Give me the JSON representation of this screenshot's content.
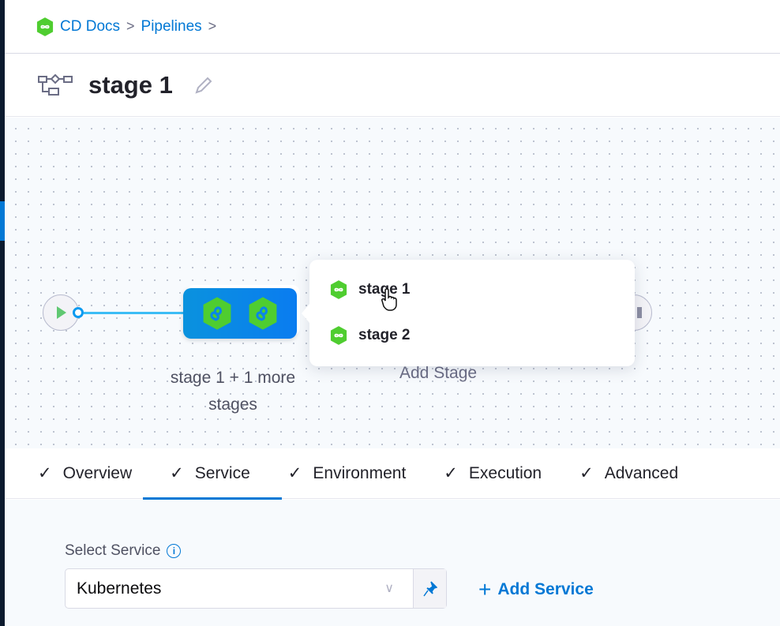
{
  "breadcrumb": {
    "items": [
      "CD Docs",
      "Pipelines"
    ],
    "separator": ">"
  },
  "header": {
    "title": "stage 1"
  },
  "canvas": {
    "group_label": "stage 1 + 1 more stages",
    "add_stage": "Add Stage",
    "popover_items": [
      "stage 1",
      "stage 2"
    ]
  },
  "tabs": [
    {
      "label": "Overview",
      "done": true
    },
    {
      "label": "Service",
      "done": true,
      "active": true
    },
    {
      "label": "Environment",
      "done": true
    },
    {
      "label": "Execution",
      "done": true
    },
    {
      "label": "Advanced",
      "done": true
    }
  ],
  "form": {
    "select_label": "Select Service",
    "select_value": "Kubernetes",
    "add_service": "Add Service"
  },
  "colors": {
    "accent": "#0278d5",
    "cd_green": "#4fcd30",
    "stage_group": "#0a86e6"
  }
}
